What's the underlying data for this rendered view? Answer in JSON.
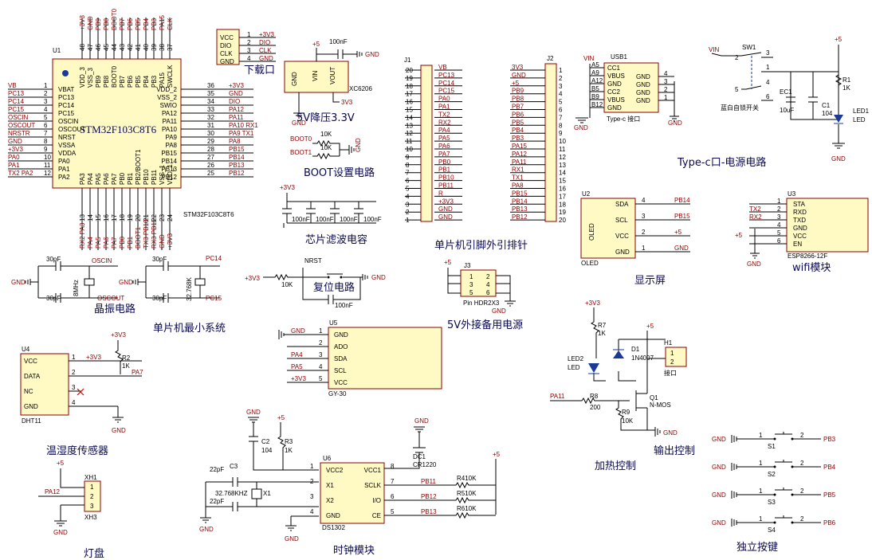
{
  "mcu": {
    "ref": "U1",
    "name": "STM32F103C8T6",
    "label": "STM32F103C8T6",
    "left_pins": [
      {
        "net": "VB",
        "num": "1",
        "name": "VBAT"
      },
      {
        "net": "PC13",
        "num": "2",
        "name": "PC13"
      },
      {
        "net": "PC14",
        "num": "3",
        "name": "PC14"
      },
      {
        "net": "PC15",
        "num": "4",
        "name": "PC15"
      },
      {
        "net": "OSCIN",
        "num": "5",
        "name": "OSCIN"
      },
      {
        "net": "OSCOUT",
        "num": "6",
        "name": "OSCOUT"
      },
      {
        "net": "NRSTR",
        "num": "7",
        "name": "NRST"
      },
      {
        "net": "GND",
        "num": "8",
        "name": "VSSA"
      },
      {
        "net": "+3V3",
        "num": "9",
        "name": "VDDA"
      },
      {
        "net": "PA0",
        "num": "10",
        "name": "PA0"
      },
      {
        "net": "PA1",
        "num": "11",
        "name": "PA1"
      },
      {
        "net": "TX2  PA2",
        "num": "12",
        "name": "PA2"
      }
    ],
    "right_pins": [
      {
        "name": "VDD_2",
        "num": "36",
        "net": "+3V3"
      },
      {
        "name": "VSS_2",
        "num": "35",
        "net": "GND"
      },
      {
        "name": "SWIO",
        "num": "34",
        "net": "DIO"
      },
      {
        "name": "PA12",
        "num": "33",
        "net": "PA12"
      },
      {
        "name": "PA11",
        "num": "32",
        "net": "PA11"
      },
      {
        "name": "PA10",
        "num": "31",
        "net": "PA10 RX1"
      },
      {
        "name": "PA9",
        "num": "30",
        "net": "PA9  TX1"
      },
      {
        "name": "PA8",
        "num": "29",
        "net": "PA8"
      },
      {
        "name": "PB15",
        "num": "28",
        "net": "PB15"
      },
      {
        "name": "PB14",
        "num": "27",
        "net": "PB14"
      },
      {
        "name": "PB13",
        "num": "26",
        "net": "PB13"
      },
      {
        "name": "PB12",
        "num": "25",
        "net": "PB12"
      }
    ],
    "top_pins": [
      {
        "num": "48",
        "name": "VDD_3",
        "net": "+3V3"
      },
      {
        "num": "47",
        "name": "VSS_3",
        "net": "GND"
      },
      {
        "num": "46",
        "name": "PB9",
        "net": "PB9"
      },
      {
        "num": "45",
        "name": "PB8",
        "net": "PB8"
      },
      {
        "num": "44",
        "name": "BOOT0",
        "net": "BOOT0"
      },
      {
        "num": "43",
        "name": "PB7",
        "net": "PB7"
      },
      {
        "num": "42",
        "name": "PB6",
        "net": "PB6"
      },
      {
        "num": "41",
        "name": "PB5",
        "net": "PB5"
      },
      {
        "num": "40",
        "name": "PB4",
        "net": "PB4"
      },
      {
        "num": "39",
        "name": "PB3",
        "net": "PB3"
      },
      {
        "num": "38",
        "name": "PA15",
        "net": "PA15"
      },
      {
        "num": "37",
        "name": "SWCLK",
        "net": "CLK"
      }
    ],
    "bottom_pins": [
      {
        "num": "13",
        "name": "PA3",
        "net": "RX2 PA3"
      },
      {
        "num": "14",
        "name": "PA4",
        "net": "PA4"
      },
      {
        "num": "15",
        "name": "PA5",
        "net": "PA5"
      },
      {
        "num": "16",
        "name": "PA6",
        "net": "PA6"
      },
      {
        "num": "17",
        "name": "PA7",
        "net": "PA7"
      },
      {
        "num": "18",
        "name": "PB0",
        "net": "PB0"
      },
      {
        "num": "19",
        "name": "PB1",
        "net": "PB1"
      },
      {
        "num": "20",
        "name": "PB2/BOOT1",
        "net": "BOOT1"
      },
      {
        "num": "21",
        "name": "PB10",
        "net": "TX3 PB10"
      },
      {
        "num": "22",
        "name": "PB11",
        "net": "RX3 PB11"
      },
      {
        "num": "23",
        "name": "VSS_1",
        "net": "GND"
      },
      {
        "num": "24",
        "name": "VDD_1",
        "net": "+3V3"
      }
    ]
  },
  "download": {
    "title": "下载口",
    "pins": [
      {
        "name": "VCC",
        "num": "1",
        "net": "+3V3"
      },
      {
        "name": "DIO",
        "num": "2",
        "net": "DIO"
      },
      {
        "name": "CLK",
        "num": "3",
        "net": "CLK"
      },
      {
        "name": "GND",
        "num": "4",
        "net": "GND"
      }
    ]
  },
  "regulator": {
    "title": "5V降压3.3V",
    "chip": "XC6206",
    "pin_gnd": "GND",
    "pin_vin": "VIN",
    "pin_vout": "VOUT",
    "cap": "100nF",
    "in_net": "+5",
    "out_net": "3V3",
    "gnd": "GND"
  },
  "boot": {
    "title": "BOOT设置电路",
    "r1_net": "BOOT0",
    "r2_net": "BOOT1",
    "r_value": "10K",
    "gnd": "GND"
  },
  "filter": {
    "title": "芯片滤波电容",
    "net": "+3V3",
    "caps": [
      "100nF",
      "100nF",
      "100nF",
      "100nF"
    ]
  },
  "j1": {
    "ref": "J1",
    "title": "单片机引脚外引排针",
    "rows": [
      {
        "net": "VB",
        "num": "20"
      },
      {
        "net": "PC13",
        "num": "19"
      },
      {
        "net": "PC14",
        "num": "18"
      },
      {
        "net": "PC15",
        "num": "17"
      },
      {
        "net": "PA0",
        "num": "16"
      },
      {
        "net": "PA1",
        "num": "15"
      },
      {
        "net": "TX2",
        "num": "14"
      },
      {
        "net": "RX2",
        "num": "13"
      },
      {
        "net": "PA4",
        "num": "12"
      },
      {
        "net": "PA5",
        "num": "11"
      },
      {
        "net": "PA6",
        "num": "10"
      },
      {
        "net": "PA7",
        "num": "9"
      },
      {
        "net": "PB0",
        "num": "8"
      },
      {
        "net": "PB1",
        "num": "7"
      },
      {
        "net": "PB10",
        "num": "6"
      },
      {
        "net": "PB11",
        "num": "5"
      },
      {
        "net": "R",
        "num": "4"
      },
      {
        "net": "+3V3",
        "num": "3"
      },
      {
        "net": "GND",
        "num": "2"
      },
      {
        "net": "GND",
        "num": "1"
      }
    ]
  },
  "j2": {
    "ref": "J2",
    "rows": [
      {
        "net": "3V3",
        "num": "1"
      },
      {
        "net": "GND",
        "num": "2"
      },
      {
        "net": "+5",
        "num": "3"
      },
      {
        "net": "PB9",
        "num": "4"
      },
      {
        "net": "PB8",
        "num": "5"
      },
      {
        "net": "PB7",
        "num": "6"
      },
      {
        "net": "PB6",
        "num": "7"
      },
      {
        "net": "PB5",
        "num": "8"
      },
      {
        "net": "PB4",
        "num": "9"
      },
      {
        "net": "PB3",
        "num": "10"
      },
      {
        "net": "PA15",
        "num": "11"
      },
      {
        "net": "PA12",
        "num": "12"
      },
      {
        "net": "PA11",
        "num": "13"
      },
      {
        "net": "RX1",
        "num": "14"
      },
      {
        "net": "TX1",
        "num": "15"
      },
      {
        "net": "PA8",
        "num": "16"
      },
      {
        "net": "PB15",
        "num": "17"
      },
      {
        "net": "PB14",
        "num": "18"
      },
      {
        "net": "PB13",
        "num": "19"
      },
      {
        "net": "PB12",
        "num": "20"
      }
    ]
  },
  "usb": {
    "ref": "USB1",
    "caption": "Type-c 接口",
    "in_net": "VIN",
    "left_labels": [
      "A5",
      "A9",
      "A12",
      "B5",
      "B9",
      "B12"
    ],
    "inner_left": [
      "CC1",
      "VBUS",
      "GND",
      "CC2",
      "VBUS",
      "GND"
    ],
    "inner_right": [
      "GND",
      "GND",
      "GND",
      "GND"
    ],
    "right_nums": [
      "4",
      "3",
      "2",
      "1"
    ],
    "gnd": "GND",
    "gnd2": "GND"
  },
  "power": {
    "title": "Type-c口-电源电路",
    "vin": "VIN",
    "sw": "SW1",
    "sw_label": "蓝白自锁开关",
    "sw_pins": [
      "2",
      "3",
      "1",
      "5",
      "4",
      "6"
    ],
    "ec1": "EC1",
    "ec1_val": "10uF",
    "c1": "C1",
    "c1_val": "104",
    "r1": "R1",
    "r1_val": "1K",
    "led": "LED1",
    "led_val": "LED",
    "net": "+5",
    "gnd": "GND"
  },
  "oled": {
    "ref": "U2",
    "label": "OLED",
    "name": "OLED",
    "title": "显示屏",
    "pins": [
      {
        "name": "SDA",
        "num": "4",
        "net": "PB14"
      },
      {
        "name": "SCL",
        "num": "3",
        "net": "PB15"
      },
      {
        "name": "VCC",
        "num": "2",
        "net": "+5"
      },
      {
        "name": "GND",
        "num": "1",
        "net": "GND"
      }
    ]
  },
  "wifi": {
    "ref": "U3",
    "name": "ESP8266-12F",
    "title": "wifi模块",
    "pins": [
      {
        "net": "",
        "num": "1",
        "name": "STA"
      },
      {
        "net": "TX2",
        "num": "2",
        "name": "RXD"
      },
      {
        "net": "RX2",
        "num": "3",
        "name": "TXD"
      },
      {
        "net": "",
        "num": "4",
        "name": "GND"
      },
      {
        "net": "",
        "num": "5",
        "name": "VCC"
      },
      {
        "net": "",
        "num": "6",
        "name": "EN"
      }
    ],
    "net5": "+5",
    "gnd": "GND"
  },
  "crystal": {
    "title": "晶振电路",
    "x1_val": "8MHz",
    "x2_val": "32.768K",
    "cap": "30pF",
    "oscin": "OSCIN",
    "oscout": "OSCOUT",
    "pc14": "PC14",
    "pc15": "PC15",
    "gnd": "GND"
  },
  "reset": {
    "title": "复位电路",
    "net": "+3V3",
    "r_val": "10K",
    "label": "NRST",
    "cap": "100nF",
    "gnd": "GND"
  },
  "min_system": {
    "title": "单片机最小系统"
  },
  "j3": {
    "ref": "J3",
    "name": "Pin HDR2X3",
    "title": "5V外接备用电源",
    "net": "+5",
    "gnd": "GND",
    "nums_left": [
      "1",
      "3",
      "5"
    ],
    "nums_right": [
      "2",
      "4",
      "6"
    ]
  },
  "gy30": {
    "ref": "U5",
    "name": "GY-30",
    "pins": [
      {
        "net": "GND",
        "num": "1",
        "name": "GND"
      },
      {
        "net": "",
        "num": "2",
        "name": "ADO"
      },
      {
        "net": "PA4",
        "num": "3",
        "name": "SDA"
      },
      {
        "net": "PA5",
        "num": "4",
        "name": "SCL"
      },
      {
        "net": "+3V3",
        "num": "5",
        "name": "VCC"
      }
    ]
  },
  "dht": {
    "ref": "U4",
    "name": "DHT11",
    "title": "温湿度传感器",
    "pins": [
      {
        "name": "VCC",
        "num": "1",
        "net": "+3V3"
      },
      {
        "name": "DATA",
        "num": "2",
        "net": "PA7"
      },
      {
        "name": "NC",
        "num": "3",
        "net": ""
      },
      {
        "name": "GND",
        "num": "4",
        "net": ""
      }
    ],
    "net": "+3V3",
    "r": "R2",
    "r_val": "1K",
    "gnd": "GND"
  },
  "heater": {
    "title": "加热控制",
    "net": "+3V3",
    "r7": "R7",
    "r7_val": "1K",
    "led": "LED2",
    "led_val": "LED",
    "pa11": "PA11",
    "r8": "R8",
    "r8_val": "200",
    "r9": "R9",
    "r9_val": "10K",
    "q": "Q1",
    "q_val": "N-MOS",
    "gnd": "GND"
  },
  "output": {
    "title": "输出控制",
    "net": "+5",
    "d": "D1",
    "d_val": "1N4007",
    "h": "H1",
    "h_val": "接口",
    "pins": [
      "1",
      "2"
    ]
  },
  "lamp": {
    "title": "灯盘",
    "ref": "XH1",
    "ref2": "XH3",
    "net": "+5",
    "pa12": "PA12",
    "pins": [
      "1",
      "2",
      "3"
    ],
    "gnd": "GND"
  },
  "clock": {
    "title": "时钟模块",
    "ref": "U6",
    "name": "DS1302",
    "gnd_top": "GND",
    "c2": "C2",
    "c2_val": "104",
    "r3": "R3",
    "r3_val": "1K",
    "net": "+5",
    "c3": "C3",
    "c3_val": "22pF",
    "c4_val": "22pF",
    "x1_val": "32.768KHZ",
    "x1": "X1",
    "dc1": "DC1",
    "dc1_val": "CR1220",
    "pins_left": [
      {
        "num": "1",
        "name": "VCC2"
      },
      {
        "num": "2",
        "name": "X1"
      },
      {
        "num": "3",
        "name": "X2"
      },
      {
        "num": "4",
        "name": "GND"
      }
    ],
    "pins_right": [
      {
        "num": "8",
        "name": "VCC1",
        "net": ""
      },
      {
        "num": "7",
        "name": "SCLK",
        "net": "PB11"
      },
      {
        "num": "6",
        "name": "I/O",
        "net": "PB12"
      },
      {
        "num": "5",
        "name": "CE",
        "net": "PB13"
      }
    ],
    "resistors": [
      {
        "ref": "R4",
        "val": "10K"
      },
      {
        "ref": "R5",
        "val": "10K"
      },
      {
        "ref": "R6",
        "val": "10K"
      }
    ],
    "gnd": "GND"
  },
  "keys": {
    "title": "独立按键",
    "items": [
      {
        "ref": "S1",
        "net": "PB3"
      },
      {
        "ref": "S2",
        "net": "PB4"
      },
      {
        "ref": "S3",
        "net": "PB5"
      },
      {
        "ref": "S4",
        "net": "PB6"
      }
    ],
    "gnd": "GND",
    "pin1": "1",
    "pin2": "2"
  }
}
